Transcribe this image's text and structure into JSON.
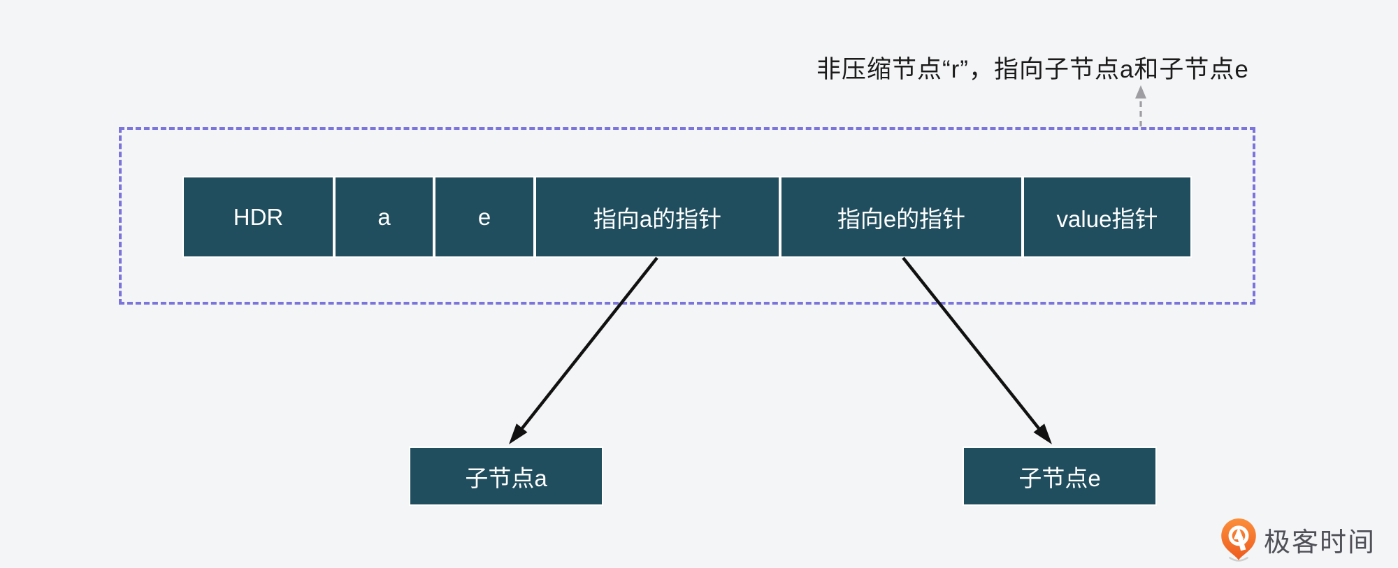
{
  "annotation": {
    "text": "非压缩节点“r”，指向子节点a和子节点e"
  },
  "row": {
    "cells": [
      {
        "label": "HDR"
      },
      {
        "label": "a"
      },
      {
        "label": "e"
      },
      {
        "label": "指向a的指针"
      },
      {
        "label": "指向e的指针"
      },
      {
        "label": "value指针"
      }
    ]
  },
  "children": {
    "a": {
      "label": "子节点a"
    },
    "e": {
      "label": "子节点e"
    }
  },
  "logo": {
    "text": "极客时间"
  },
  "icons": {
    "annotation_pointer": "dashed-up-arrow-icon",
    "child_links": "black-arrow-icon",
    "logo_mark": "geektime-pin-icon"
  },
  "colors": {
    "background": "#f4f5f7",
    "cell_fill": "#204e5e",
    "cell_text": "#ffffff",
    "dashed_border": "#7b74da",
    "black_arrow": "#111111",
    "gray_arrow": "#9e9ea2",
    "annotation_text": "#1b1b1b",
    "logo_orange": "#f4691e",
    "logo_text": "#505058"
  }
}
